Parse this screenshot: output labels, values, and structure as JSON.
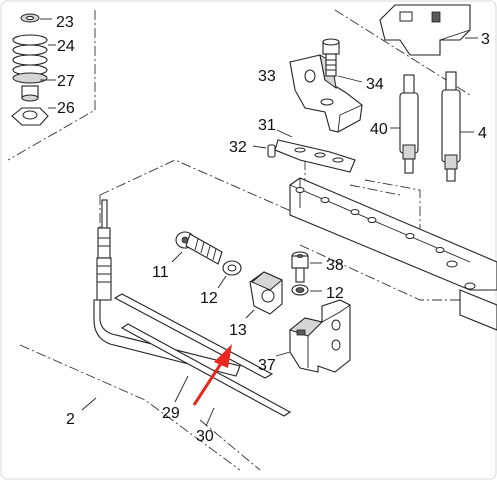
{
  "diagram": {
    "callouts": {
      "c23": "23",
      "c24": "24",
      "c27": "27",
      "c26": "26",
      "c33": "33",
      "c34": "34",
      "c31": "31",
      "c32": "32",
      "c40": "40",
      "c41": "4",
      "c3": "3",
      "c11": "11",
      "c12a": "12",
      "c13": "13",
      "c38": "38",
      "c12b": "12",
      "c37": "37",
      "c2": "2",
      "c29": "29",
      "c30": "30"
    },
    "arrow_color": "#e8271f"
  }
}
